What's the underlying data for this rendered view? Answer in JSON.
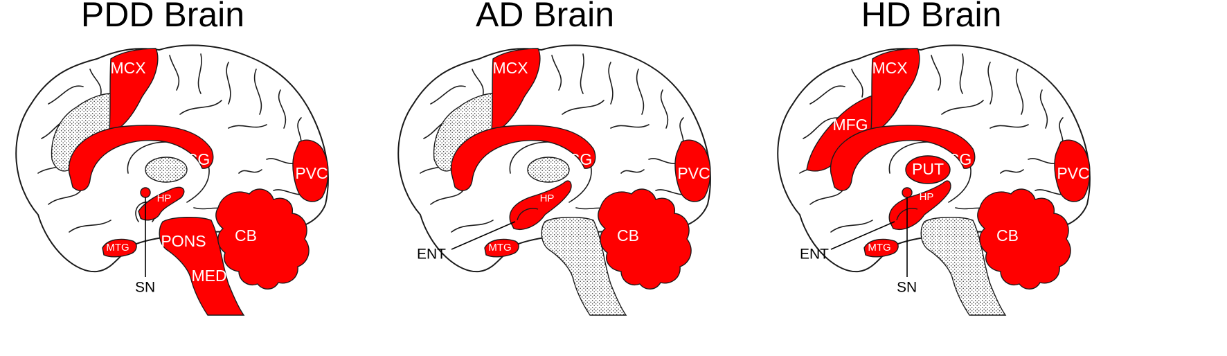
{
  "panels": [
    {
      "title": "PDD Brain",
      "labels": {
        "mcx": "MCX",
        "cg": "CG",
        "pvc": "PVC",
        "hp": "HP",
        "cb": "CB",
        "pons": "PONS",
        "med": "MED",
        "mtg": "MTG"
      },
      "callouts": {
        "sn": "SN"
      }
    },
    {
      "title": "AD Brain",
      "labels": {
        "mcx": "MCX",
        "cg": "CG",
        "pvc": "PVC",
        "hp": "HP",
        "cb": "CB",
        "mtg": "MTG"
      },
      "callouts": {
        "ent": "ENT"
      }
    },
    {
      "title": "HD Brain",
      "labels": {
        "mcx": "MCX",
        "mfg": "MFG",
        "put": "PUT",
        "cg": "CG",
        "pvc": "PVC",
        "hp": "HP",
        "cb": "CB",
        "mtg": "MTG"
      },
      "callouts": {
        "ent": "ENT",
        "sn": "SN"
      }
    }
  ],
  "colors": {
    "highlight": "#ff0000",
    "outline": "#1a1a1a",
    "background": "#ffffff"
  }
}
